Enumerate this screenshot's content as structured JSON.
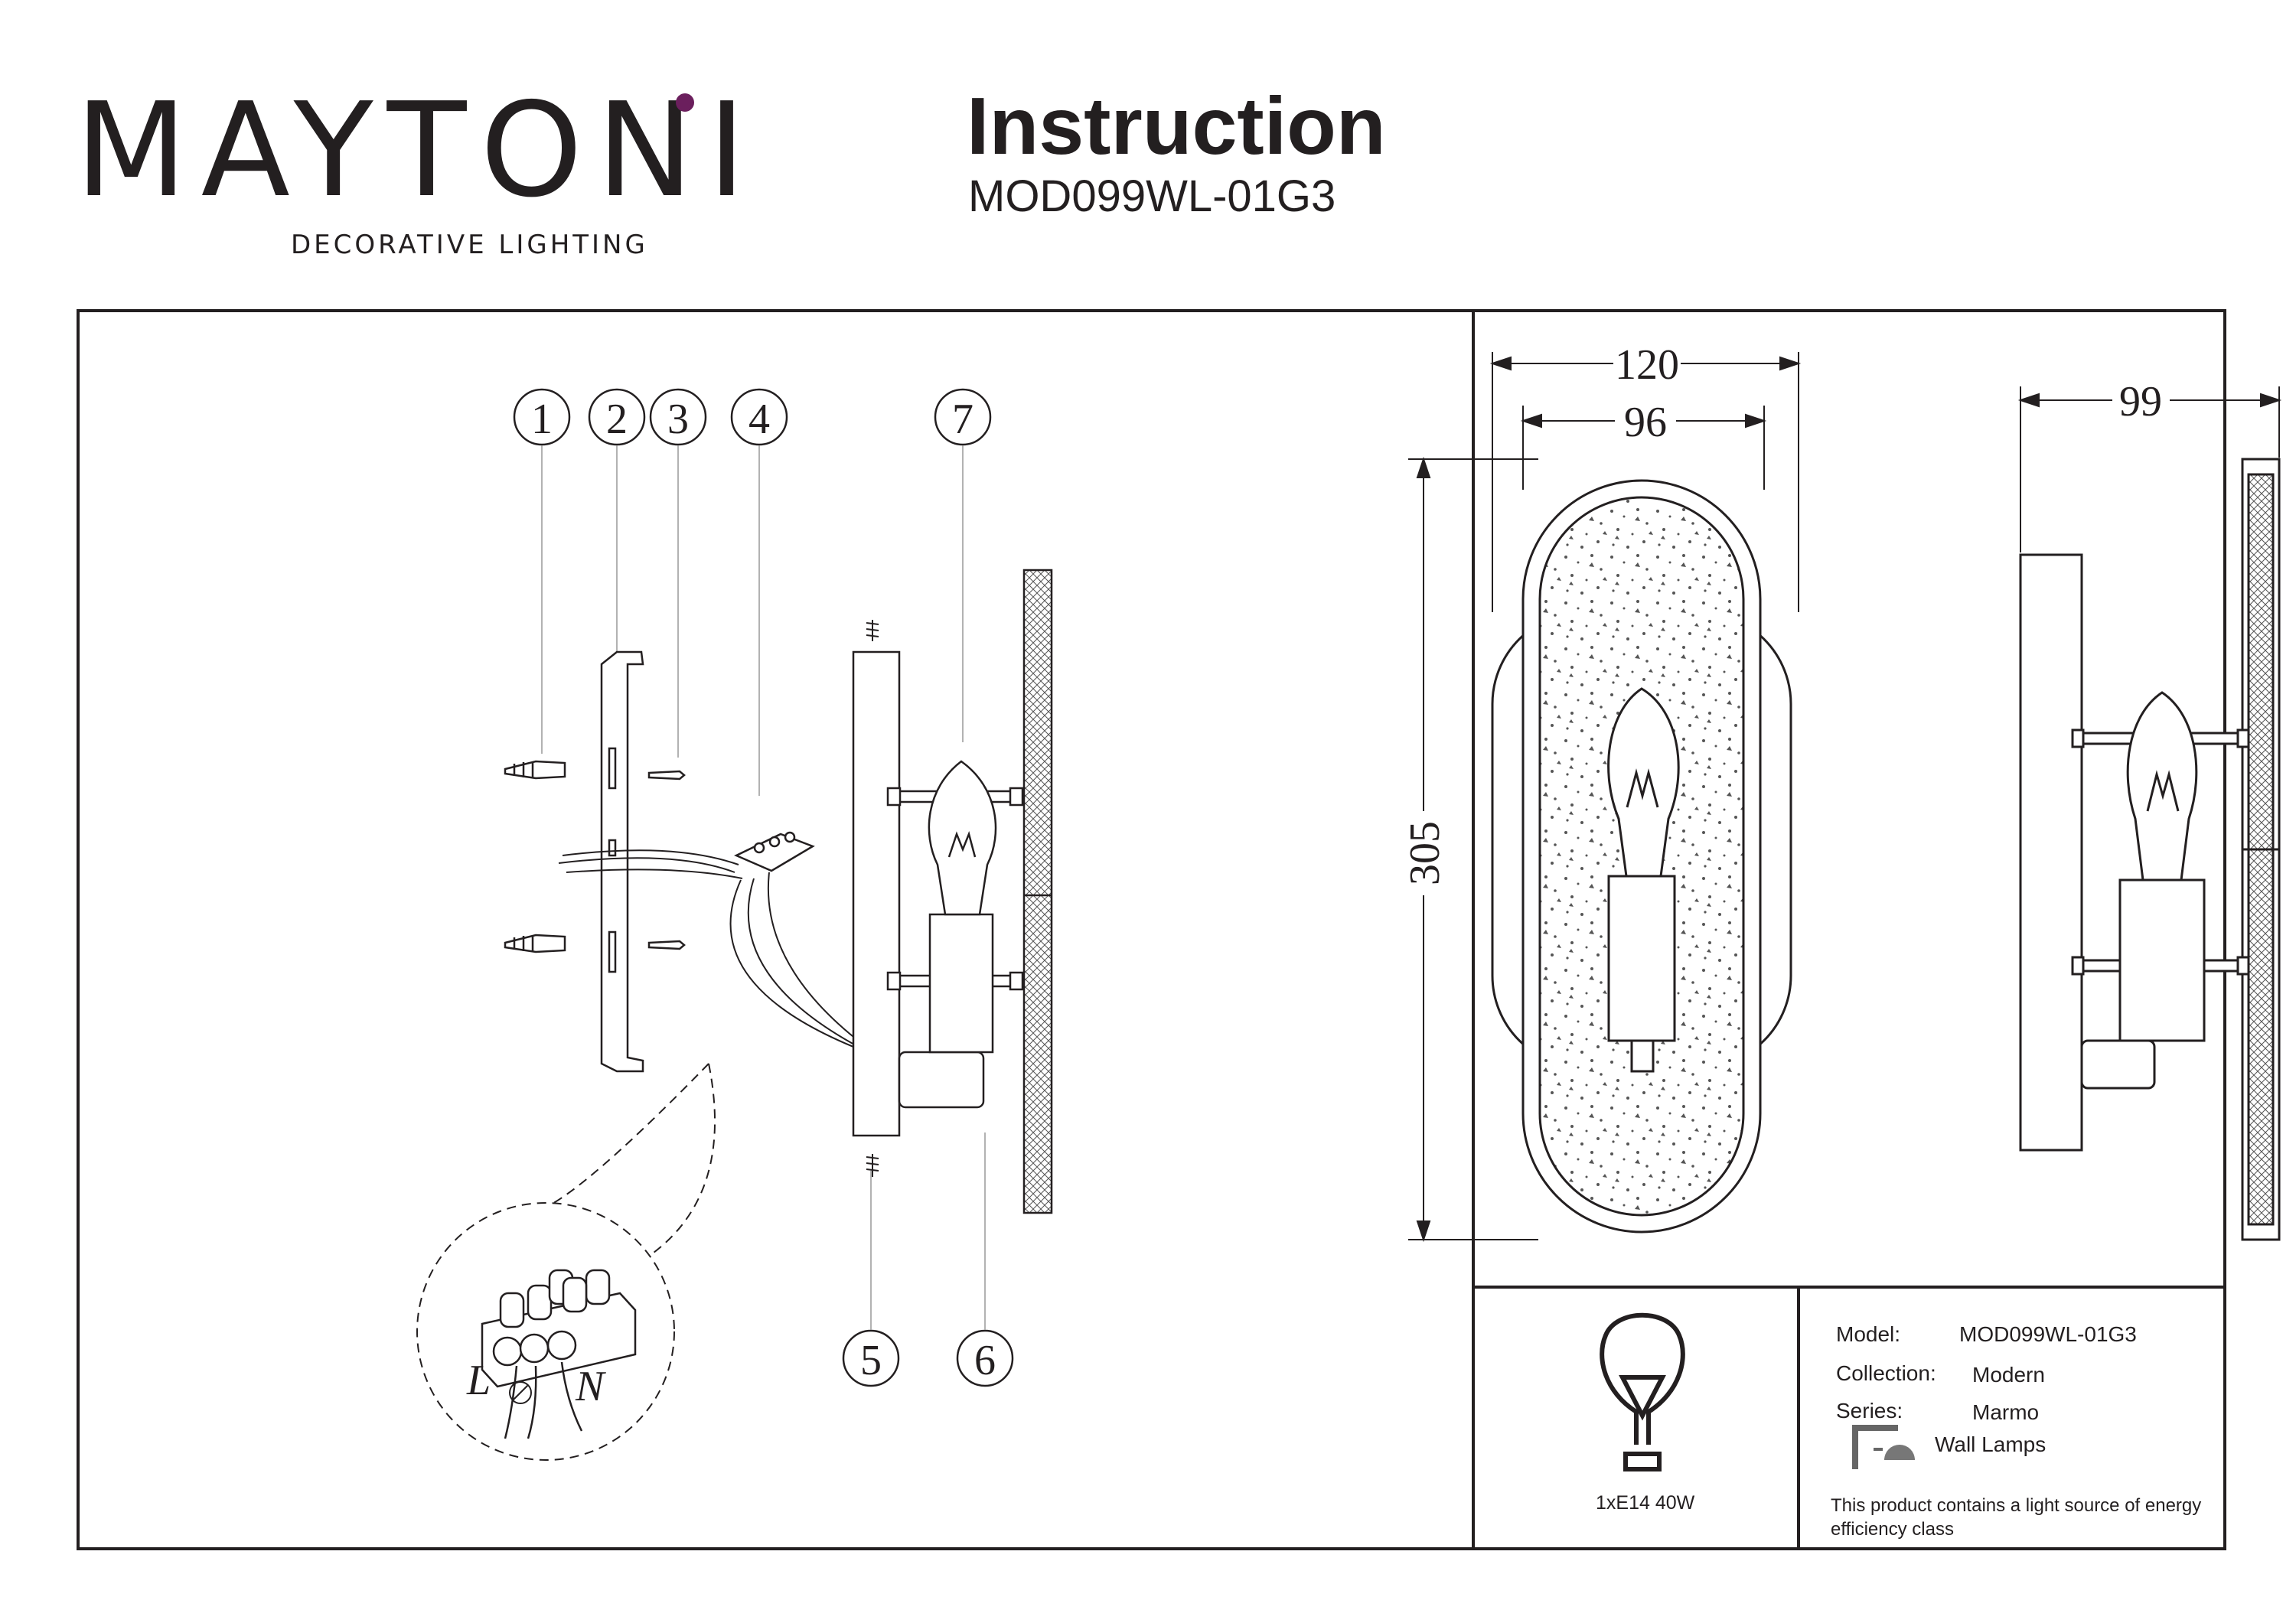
{
  "brand": {
    "name": "MAYTONI",
    "tagline": "DECORATIVE LIGHTING"
  },
  "header": {
    "title": "Instruction",
    "model": "MOD099WL-01G3"
  },
  "parts": [
    "1",
    "2",
    "3",
    "4",
    "5",
    "6",
    "7"
  ],
  "wiring": {
    "live": "L",
    "neutral": "N"
  },
  "dimensions": {
    "width": "120",
    "inner_width": "96",
    "height": "305",
    "depth": "99"
  },
  "specs": {
    "model_label": "Model:",
    "model_value": "MOD099WL-01G3",
    "collection_label": "Collection:",
    "collection_value": "Modern",
    "series_label": "Series:",
    "series_value": "Marmo",
    "type_value": "Wall Lamps",
    "bulb": "1xE14 40W",
    "energy_note": "This product contains a light source of energy efficiency class"
  },
  "colors": {
    "ink": "#231f20",
    "accent": "#6b1f5d",
    "paper": "#ffffff"
  },
  "icons": [
    "bulb-icon",
    "wall-lamp-icon"
  ]
}
